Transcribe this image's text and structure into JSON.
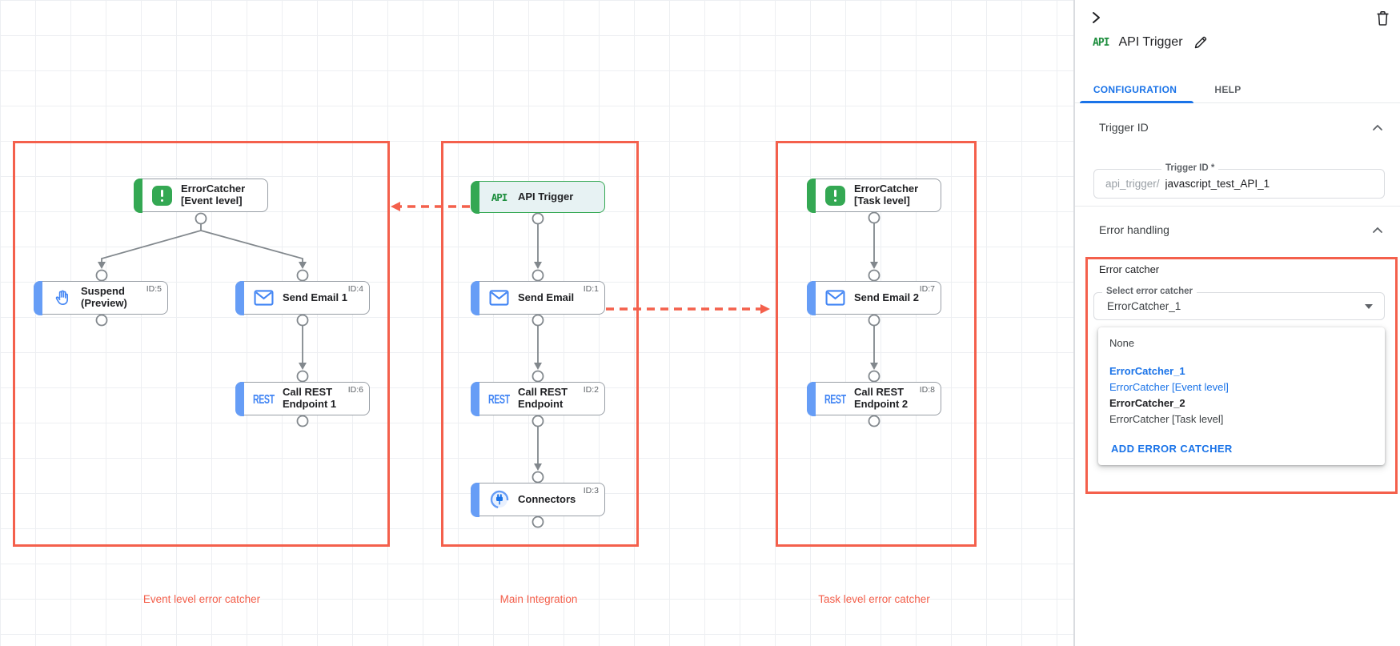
{
  "colors": {
    "annotation_red": "#f4604c",
    "green": "#34a853",
    "blue": "#4285f4",
    "link_blue": "#1a73e8",
    "error_dot": "#d93025"
  },
  "canvas": {
    "nodes": {
      "ec_event": {
        "line1": "ErrorCatcher",
        "line2": "[Event level]"
      },
      "suspend": {
        "line1": "Suspend",
        "line2": "(Preview)",
        "id": "ID:5"
      },
      "send_email_1": {
        "line1": "Send Email 1",
        "id": "ID:4"
      },
      "call_rest_1": {
        "line1": "Call REST",
        "line2": "Endpoint 1",
        "id": "ID:6",
        "icon_text": "REST"
      },
      "api_trigger": {
        "line1": "API Trigger",
        "icon_text": "API"
      },
      "send_email": {
        "line1": "Send Email",
        "id": "ID:1"
      },
      "call_rest": {
        "line1": "Call REST",
        "line2": "Endpoint",
        "id": "ID:2",
        "icon_text": "REST"
      },
      "connectors": {
        "line1": "Connectors",
        "id": "ID:3"
      },
      "ec_task": {
        "line1": "ErrorCatcher",
        "line2": "[Task level]"
      },
      "send_email_2": {
        "line1": "Send Email 2",
        "id": "ID:7"
      },
      "call_rest_2": {
        "line1": "Call REST",
        "line2": "Endpoint 2",
        "id": "ID:8",
        "icon_text": "REST"
      }
    },
    "captions": {
      "event": "Event level error catcher",
      "main": "Main Integration",
      "task": "Task level error catcher"
    }
  },
  "panel": {
    "title": "API Trigger",
    "title_icon": "API",
    "tabs": {
      "config": "CONFIGURATION",
      "help": "HELP"
    },
    "trigger_id": {
      "header": "Trigger ID",
      "label": "Trigger ID *",
      "prefix": "api_trigger/",
      "value": "javascript_test_API_1"
    },
    "error_handling": {
      "header": "Error handling",
      "label": "Error catcher",
      "select_label": "Select error catcher",
      "selected": "ErrorCatcher_1",
      "options": {
        "none": "None",
        "ec1": "ErrorCatcher_1",
        "ec1_desc": "ErrorCatcher [Event level]",
        "ec2": "ErrorCatcher_2",
        "ec2_desc": "ErrorCatcher [Task level]",
        "add": "ADD ERROR CATCHER"
      }
    }
  }
}
